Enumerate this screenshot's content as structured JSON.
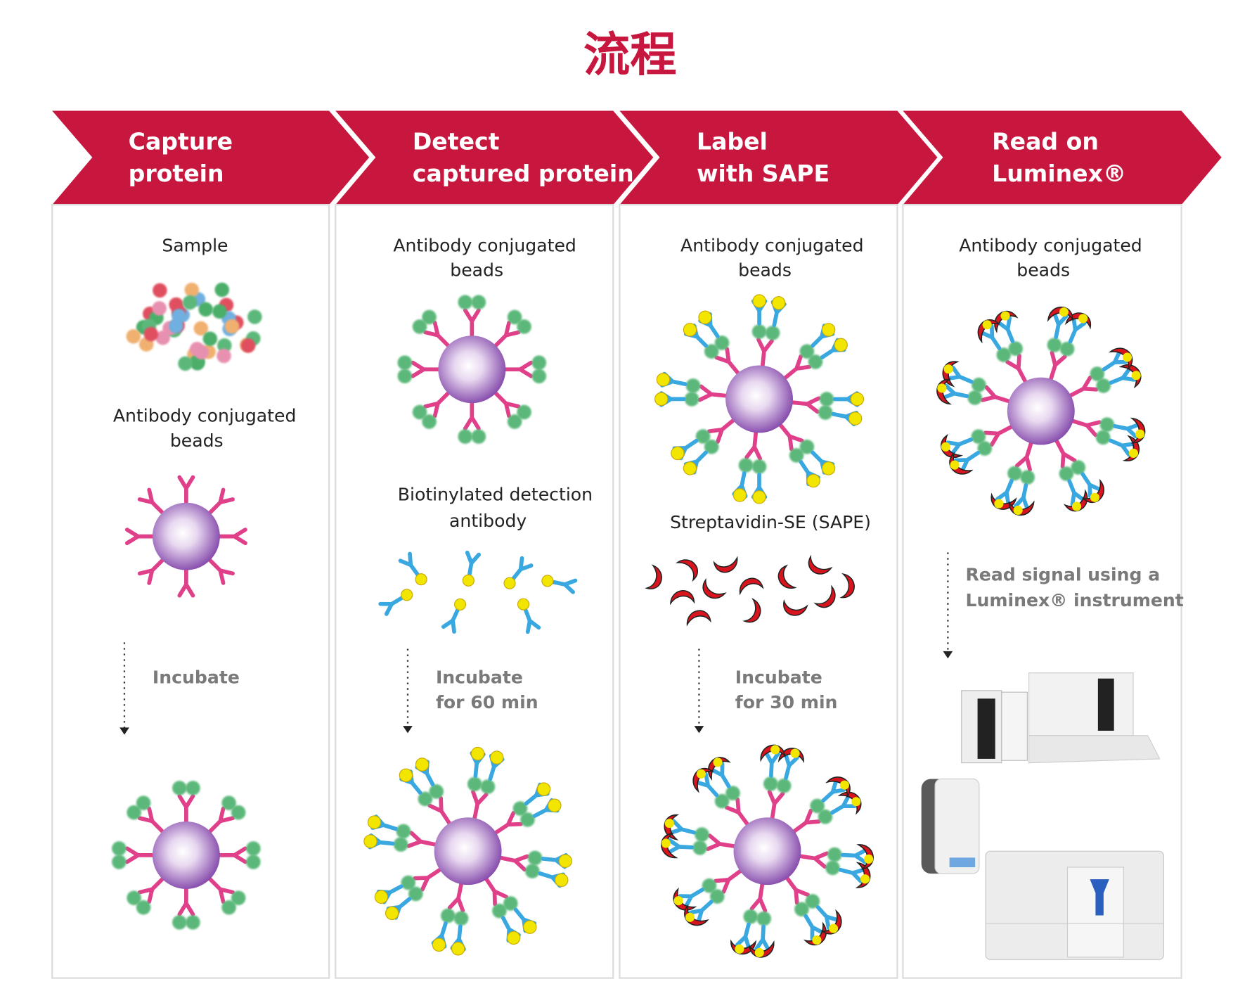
{
  "title": "流程",
  "colors": {
    "brand": "#c8173f",
    "bead": "#8a4fb0",
    "capture_antibody": "#e0408a",
    "protein": "#5cb87a",
    "detection_antibody": "#3aa8e0",
    "biotin": "#f2e600",
    "sape": "#d8141e"
  },
  "steps": [
    {
      "header": [
        "Capture",
        "protein"
      ],
      "labels": {
        "top": [
          "Sample"
        ],
        "middle": [
          "Antibody conjugated",
          "beads"
        ],
        "incubate": [
          "Incubate"
        ]
      }
    },
    {
      "header": [
        "Detect",
        "captured protein"
      ],
      "labels": {
        "top": [
          "Antibody conjugated",
          "beads"
        ],
        "middle": [
          "Biotinylated detection",
          "antibody"
        ],
        "incubate": [
          "Incubate",
          "for 60 min"
        ]
      }
    },
    {
      "header": [
        "Label",
        "with SAPE"
      ],
      "labels": {
        "top": [
          "Antibody conjugated",
          "beads"
        ],
        "middle": [
          "Streptavidin-SE (SAPE)"
        ],
        "incubate": [
          "Incubate",
          "for 30 min"
        ]
      }
    },
    {
      "header": [
        "Read on",
        "Luminex®"
      ],
      "labels": {
        "top": [
          "Antibody conjugated",
          "beads"
        ],
        "incubate": [
          "Read signal using a",
          "Luminex® instrument"
        ]
      }
    }
  ]
}
